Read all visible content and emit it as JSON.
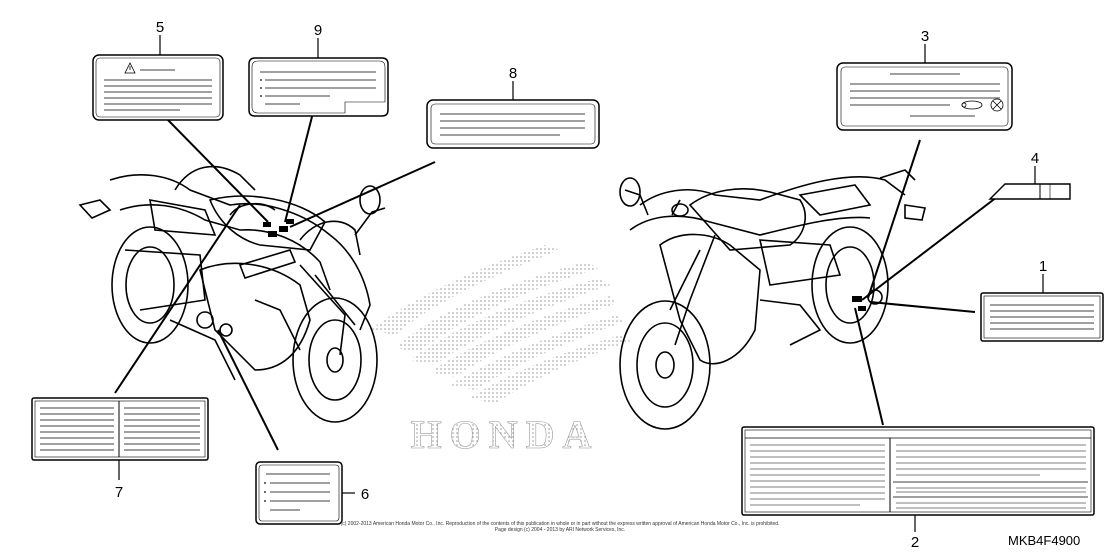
{
  "diagram": {
    "callouts": [
      "1",
      "2",
      "3",
      "4",
      "5",
      "6",
      "7",
      "8",
      "9"
    ],
    "brand_watermark": "HONDA",
    "copyright_line1": "(c) 2002-2013 American Honda Motor Co., Inc. Reproduction of the contents of this publication in whole or in part without the express written approval of American Honda Motor Co., Inc. is prohibited.",
    "copyright_line2": "Page design (c) 2004 - 2013 by ARI Network Services, Inc.",
    "part_code": "MKB4F4900",
    "warning_symbol": "warning-triangle-icon",
    "line_color": "#000000",
    "dot_color": "#999999"
  }
}
